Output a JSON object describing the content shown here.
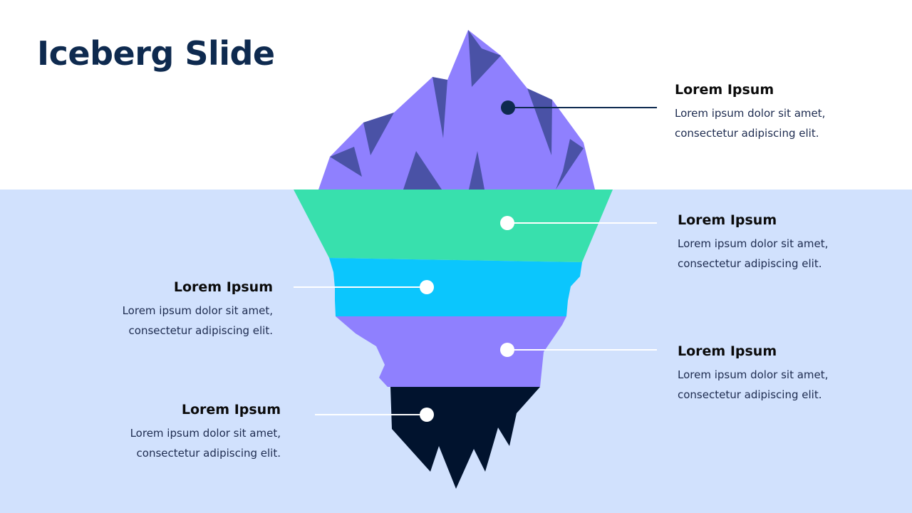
{
  "title": "Iceberg Slide",
  "colors": {
    "water": "#d1e1fd",
    "title": "#0e2a4f",
    "ice_top": "#8f80fe",
    "ice_shade": "#4a52a6",
    "band_green": "#38e0ad",
    "band_cyan": "#0bc6fd",
    "band_purple": "#8f80fe",
    "band_navy": "#01132e",
    "connector_dark": "#0e2a4f",
    "connector_light": "#ffffff"
  },
  "labels": [
    {
      "heading": "Lorem Ipsum",
      "line1": "Lorem ipsum dolor sit amet,",
      "line2": "consectetur  adipiscing elit."
    },
    {
      "heading": "Lorem Ipsum",
      "line1": "Lorem ipsum dolor sit amet,",
      "line2": "consectetur  adipiscing elit."
    },
    {
      "heading": "Lorem Ipsum",
      "line1": "Lorem ipsum dolor sit amet,",
      "line2": "consectetur  adipiscing elit."
    },
    {
      "heading": "Lorem Ipsum",
      "line1": "Lorem ipsum dolor sit amet,",
      "line2": "consectetur  adipiscing elit."
    },
    {
      "heading": "Lorem Ipsum",
      "line1": "Lorem ipsum dolor sit amet,",
      "line2": "consectetur  adipiscing elit."
    }
  ]
}
